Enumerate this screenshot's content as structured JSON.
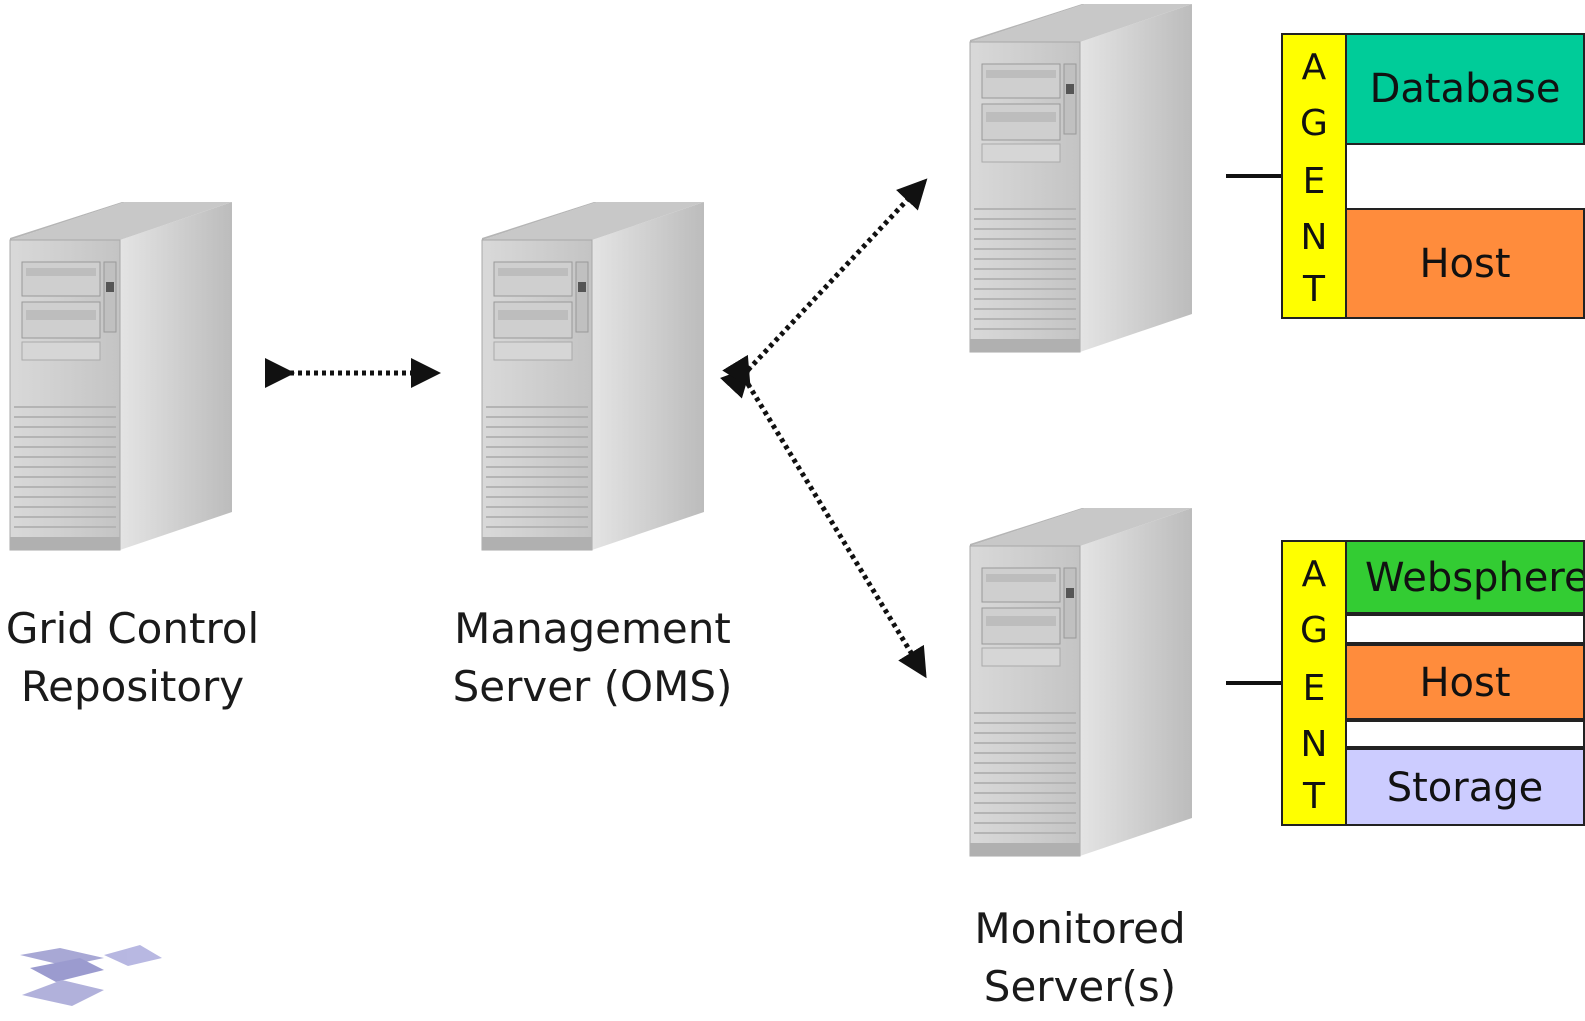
{
  "labels": {
    "repository": [
      "Grid Control",
      "Repository"
    ],
    "oms": [
      "Management",
      "Server (OMS)"
    ],
    "monitored": [
      "Monitored",
      "Server(s)"
    ]
  },
  "agent_letters": [
    "A",
    "G",
    "E",
    "N",
    "T"
  ],
  "groups": [
    {
      "targets": [
        {
          "label": "Database",
          "color": "#00cc99"
        },
        {
          "label": "Host",
          "color": "#ff8c3c"
        }
      ]
    },
    {
      "targets": [
        {
          "label": "Websphere",
          "color": "#33cc33"
        },
        {
          "label": "Host",
          "color": "#ff8c3c"
        },
        {
          "label": "Storage",
          "color": "#ccccff"
        }
      ]
    }
  ],
  "colors": {
    "agent": "#ffff00",
    "logo": "#8c8cc8"
  }
}
